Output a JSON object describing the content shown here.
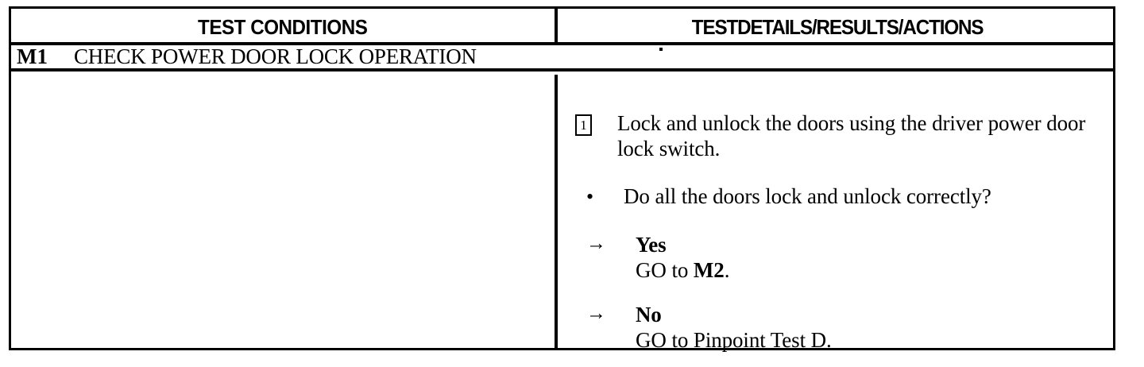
{
  "document": {
    "type": "pinpoint-test-table"
  },
  "table": {
    "headers": {
      "left": "TEST CONDITIONS",
      "right": "TESTDETAILS/RESULTS/ACTIONS"
    },
    "title_row": {
      "code": "M1",
      "text": "CHECK POWER DOOR LOCK OPERATION"
    },
    "left_column": {
      "content": ""
    },
    "right_column": {
      "step": {
        "number": "1",
        "text": "Lock and unlock the doors using the driver power door lock switch."
      },
      "bullet": {
        "marker": "•",
        "text": "Do all the doors lock and unlock correctly?"
      },
      "branches": [
        {
          "arrow": "→",
          "label": "Yes",
          "action_prefix": "GO to ",
          "action_target": "M2",
          "action_suffix": "."
        },
        {
          "arrow": "→",
          "label": "No",
          "action_prefix": "GO to Pinpoint Test D.",
          "action_target": "",
          "action_suffix": ""
        }
      ]
    }
  },
  "colors": {
    "ink": "#000000",
    "paper": "#ffffff"
  }
}
